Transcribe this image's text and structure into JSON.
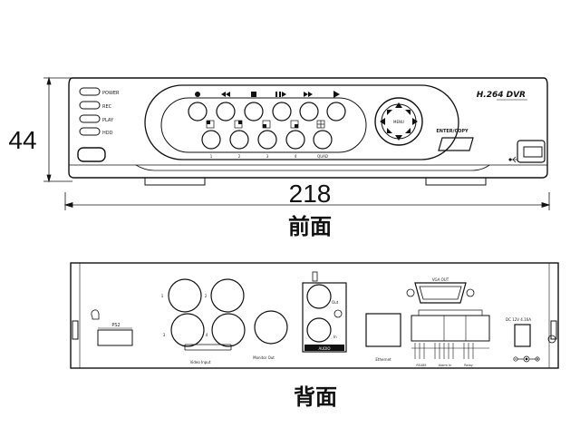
{
  "dimensions": {
    "width": "218",
    "height": "44"
  },
  "captions": {
    "front": "前面",
    "back": "背面"
  },
  "front_panel": {
    "brand": "H.264 DVR",
    "leds": [
      "POWER",
      "REC",
      "PLAY",
      "HDD"
    ],
    "dpad_center": "MENU",
    "enter_label": "ENTER/COPY",
    "number_labels": [
      "1",
      "2",
      "3",
      "4",
      "QUAD"
    ]
  },
  "back_panel": {
    "ps2": "PS2",
    "video_input_numbers": [
      "1",
      "2",
      "3",
      "4"
    ],
    "video_input": "Video Input",
    "monitor_out": "Monitor Out",
    "audio_out": "Out",
    "audio_in": "In",
    "audio_caption": "AUDIO",
    "vga": "VGA OUT",
    "ethernet": "Ethernet",
    "terminal_labels": [
      "RS485",
      "Alarm In",
      "Relay"
    ],
    "power_label": "DC 12V   4.16A"
  }
}
